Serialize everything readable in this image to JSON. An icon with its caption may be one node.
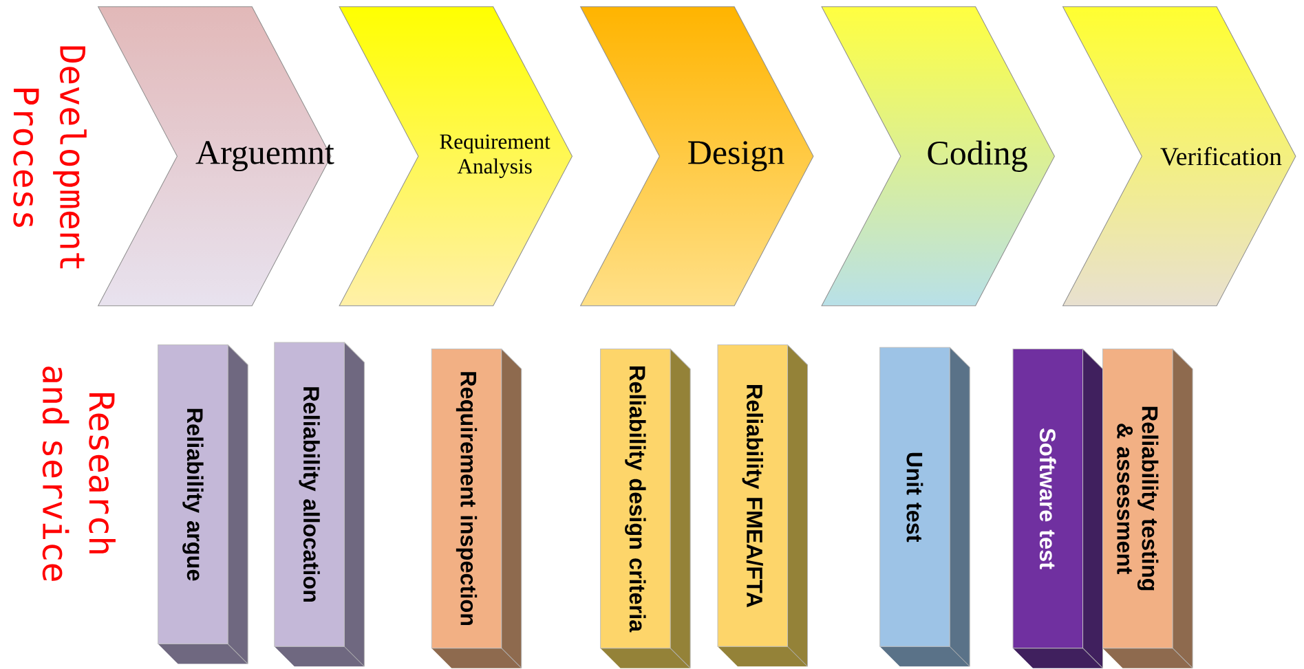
{
  "diagram": {
    "nodes": [
      {
        "text": [
          "Arguemnt"
        ]
      },
      {
        "text": [
          "Requirement Analysis"
        ]
      },
      {
        "text": [
          "Design"
        ]
      },
      {
        "text": [
          "Coding"
        ]
      },
      {
        "text": [
          "Verification"
        ]
      },
      {
        "text": [
          "Reliability argue"
        ]
      },
      {
        "text": [
          "Reliability allocation"
        ]
      },
      {
        "text": [
          "Requirement inspection"
        ]
      },
      {
        "text": [
          "Reliability design criteria"
        ]
      },
      {
        "text": [
          "Reliability FMEA/FTA"
        ]
      },
      {
        "text": [
          "Unit test"
        ]
      },
      {
        "text": [
          "Software test"
        ]
      },
      {
        "text": [
          "Reliability testing & assessment"
        ]
      }
    ],
    "labels": [
      "Development Process",
      "Research and service"
    ]
  }
}
